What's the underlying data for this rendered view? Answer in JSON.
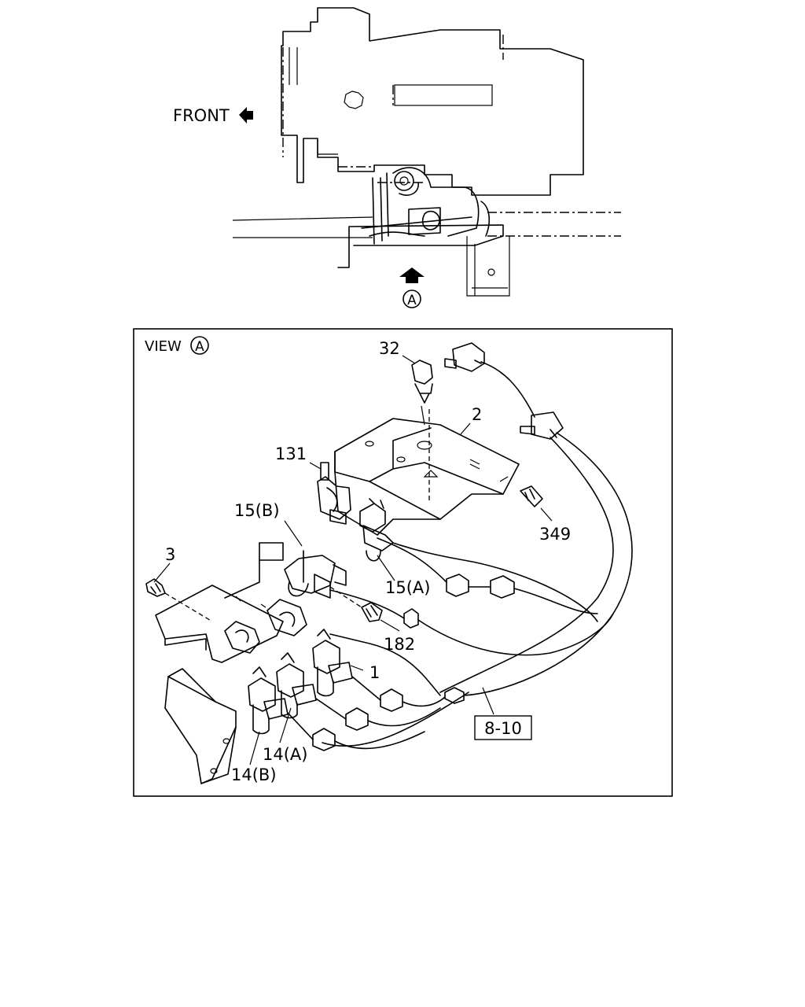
{
  "top_view": {
    "front_label": "FRONT",
    "view_marker": "A"
  },
  "detail_view": {
    "title": "VIEW",
    "title_marker": "A",
    "callouts": {
      "c32": "32",
      "c2": "2",
      "c131": "131",
      "c15b": "15(B)",
      "c349": "349",
      "c3": "3",
      "c15a": "15(A)",
      "c182": "182",
      "c1": "1",
      "c810": "8-10",
      "c14a": "14(A)",
      "c14b": "14(B)"
    }
  }
}
